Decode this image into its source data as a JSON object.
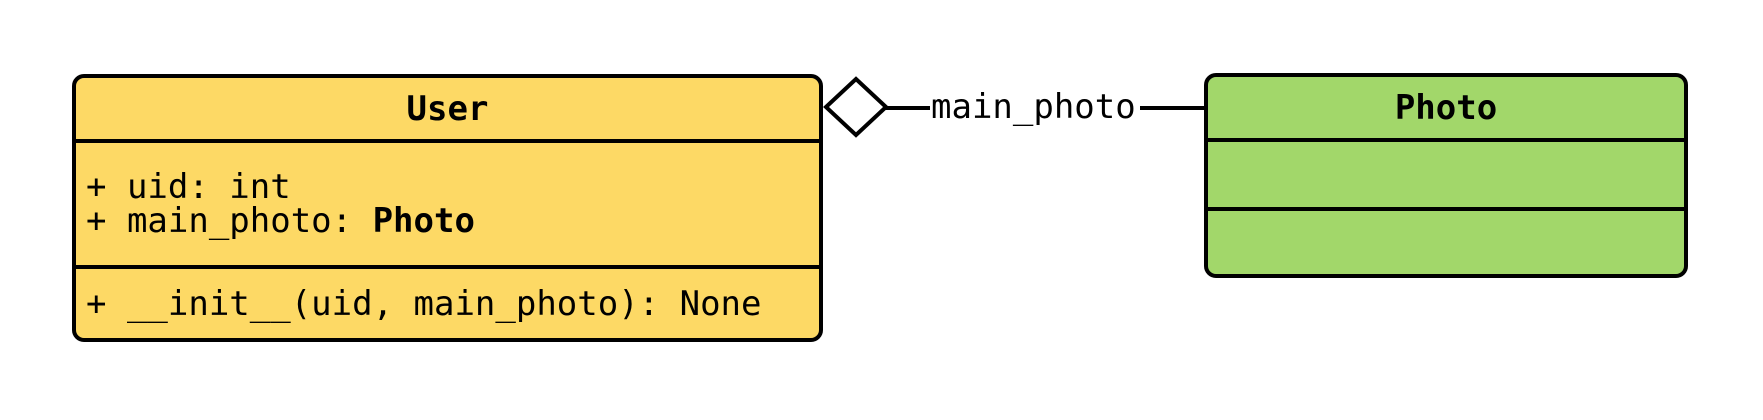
{
  "diagram_type": "uml-class-diagram",
  "classes": {
    "user": {
      "name": "User",
      "attribute_uid": "+ uid: int",
      "attribute_main_photo_prefix": "+ main_photo: ",
      "attribute_main_photo_type": "Photo",
      "method_init": "+ __init__(uid, main_photo): None"
    },
    "photo": {
      "name": "Photo"
    }
  },
  "relation": {
    "type": "aggregation",
    "label": "main_photo",
    "diamond_style": "hollow",
    "diamond_side": "User"
  },
  "colors": {
    "user_fill": "#fdd965",
    "photo_fill": "#a2d76a",
    "stroke": "#000000",
    "canvas_bg": "#ffffff",
    "text_color": "#000000",
    "diamond_fill": "#ffffff"
  }
}
